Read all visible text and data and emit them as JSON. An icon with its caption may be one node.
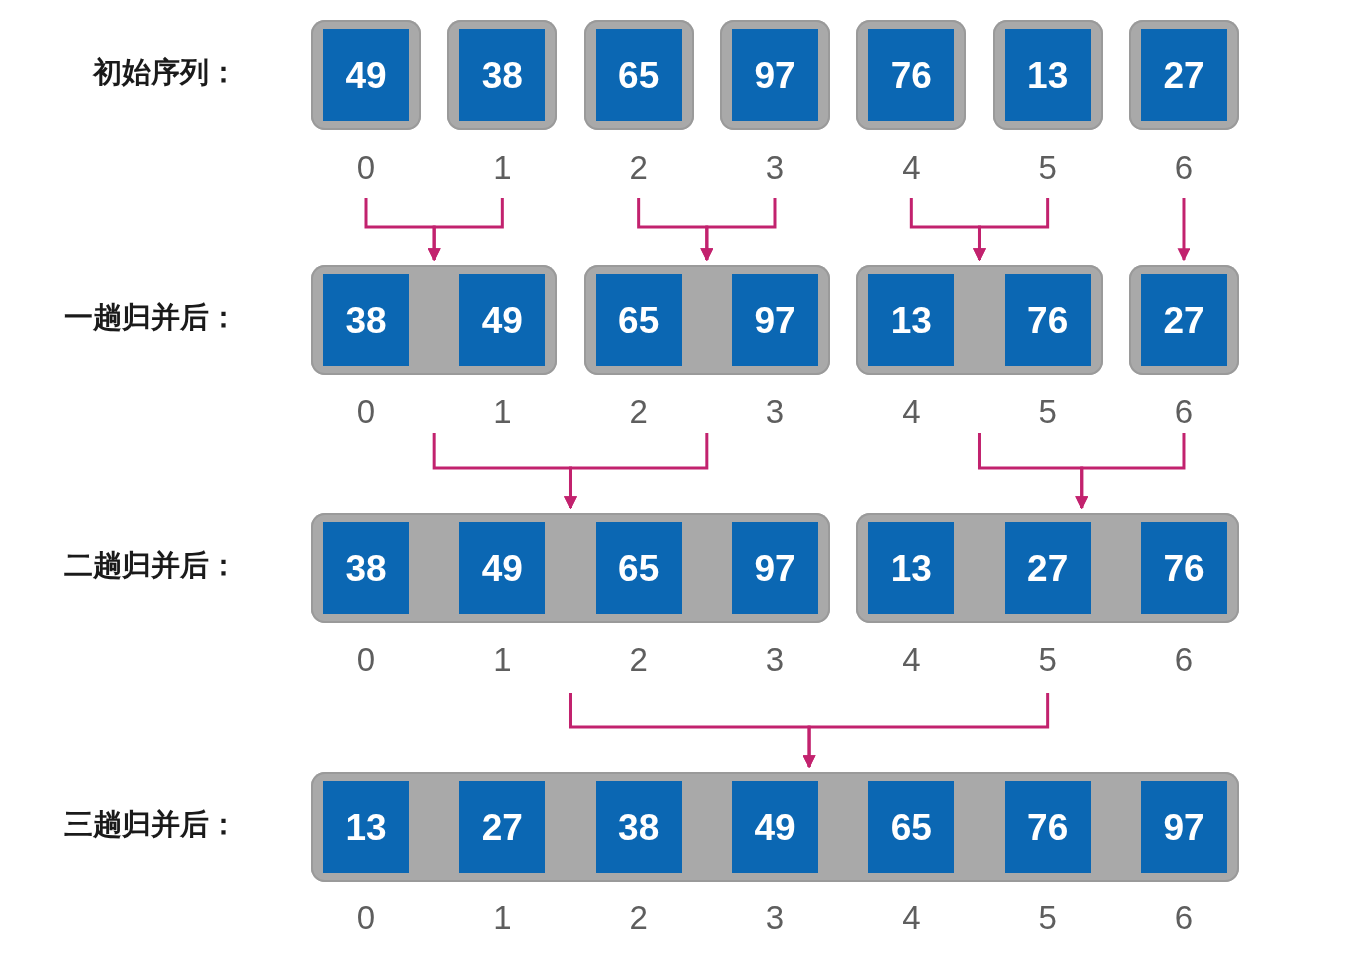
{
  "diagram": {
    "nodes": [
      {
        "text": [],
        "shape": "box"
      },
      {
        "text": [
          "49"
        ],
        "in": 0
      },
      {
        "text": [],
        "shape": "box"
      },
      {
        "text": [
          "38"
        ],
        "in": 2
      },
      {
        "text": [],
        "shape": "box"
      },
      {
        "text": [
          "65"
        ],
        "in": 4
      },
      {
        "text": [],
        "shape": "box"
      },
      {
        "text": [
          "97"
        ],
        "in": 6
      },
      {
        "text": [],
        "shape": "box"
      },
      {
        "text": [
          "76"
        ],
        "in": 8
      },
      {
        "text": [],
        "shape": "box"
      },
      {
        "text": [
          "13"
        ],
        "in": 10
      },
      {
        "text": [],
        "shape": "box"
      },
      {
        "text": [
          "27"
        ],
        "in": 12
      },
      {
        "text": [],
        "shape": "box"
      },
      {
        "text": [
          "38"
        ],
        "in": 14
      },
      {
        "text": [
          "49"
        ],
        "in": 14
      },
      {
        "text": [],
        "shape": "box"
      },
      {
        "text": [
          "65"
        ],
        "in": 17
      },
      {
        "text": [
          "97"
        ],
        "in": 17
      },
      {
        "text": [],
        "shape": "box"
      },
      {
        "text": [
          "13"
        ],
        "in": 20
      },
      {
        "text": [
          "76"
        ],
        "in": 20
      },
      {
        "text": [],
        "shape": "box"
      },
      {
        "text": [
          "27"
        ],
        "in": 23
      },
      {
        "text": [],
        "shape": "box"
      },
      {
        "text": [
          "38"
        ],
        "in": 25
      },
      {
        "text": [
          "49"
        ],
        "in": 25
      },
      {
        "text": [
          "65"
        ],
        "in": 25
      },
      {
        "text": [
          "97"
        ],
        "in": 25
      },
      {
        "text": [],
        "shape": "box"
      },
      {
        "text": [
          "13"
        ],
        "in": 30
      },
      {
        "text": [
          "27"
        ],
        "in": 30
      },
      {
        "text": [
          "76"
        ],
        "in": 30
      },
      {
        "text": [],
        "shape": "box"
      },
      {
        "text": [
          "13"
        ],
        "in": 34
      },
      {
        "text": [
          "27"
        ],
        "in": 34
      },
      {
        "text": [
          "38"
        ],
        "in": 34
      },
      {
        "text": [
          "49"
        ],
        "in": 34
      },
      {
        "text": [
          "65"
        ],
        "in": 34
      },
      {
        "text": [
          "76"
        ],
        "in": 34
      },
      {
        "text": [
          "97"
        ],
        "in": 34
      }
    ],
    "edges": [
      {
        "from": 0,
        "to": 14,
        "arrow": "to"
      },
      {
        "from": 2,
        "to": 14,
        "arrow": "to"
      },
      {
        "from": 4,
        "to": 17,
        "arrow": "to"
      },
      {
        "from": 6,
        "to": 17,
        "arrow": "to"
      },
      {
        "from": 8,
        "to": 20,
        "arrow": "to"
      },
      {
        "from": 10,
        "to": 20,
        "arrow": "to"
      },
      {
        "from": 12,
        "to": 23,
        "arrow": "to"
      },
      {
        "from": 14,
        "to": 25,
        "arrow": "to"
      },
      {
        "from": 17,
        "to": 25,
        "arrow": "to"
      },
      {
        "from": 20,
        "to": 30,
        "arrow": "to"
      },
      {
        "from": 23,
        "to": 30,
        "arrow": "to"
      },
      {
        "from": 25,
        "to": 34,
        "arrow": "to"
      },
      {
        "from": 30,
        "to": 34,
        "arrow": "to"
      }
    ],
    "labels": [
      "初始序列：",
      "0",
      "1",
      "2",
      "3",
      "4",
      "5",
      "6",
      "一趟归并后：",
      "0",
      "1",
      "2",
      "3",
      "4",
      "5",
      "6",
      "二趟归并后：",
      "0",
      "1",
      "2",
      "3",
      "4",
      "5",
      "6",
      "三趟归并后：",
      "0",
      "1",
      "2",
      "3",
      "4",
      "5",
      "6"
    ]
  }
}
